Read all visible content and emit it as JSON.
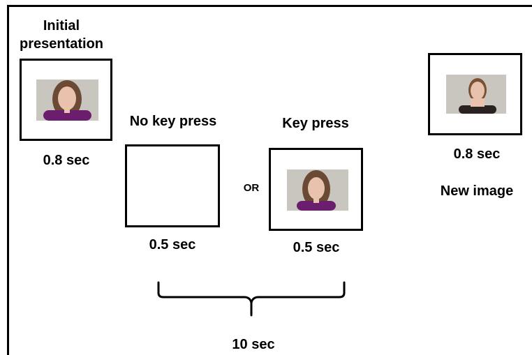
{
  "labels": {
    "initial_presentation_line1": "Initial",
    "initial_presentation_line2": "presentation",
    "initial_duration": "0.8 sec",
    "no_key_press": "No key press",
    "no_key_duration": "0.5 sec",
    "or": "OR",
    "key_press": "Key press",
    "key_press_duration": "0.5 sec",
    "total_duration": "10 sec",
    "new_image_duration": "0.8 sec",
    "new_image": "New image"
  },
  "colors": {
    "frame": "#000000",
    "photo_background": "#c9c6c0",
    "shirt": "#6b1e6e",
    "hair": "#6a4a34",
    "skin": "#e8c2ac"
  }
}
